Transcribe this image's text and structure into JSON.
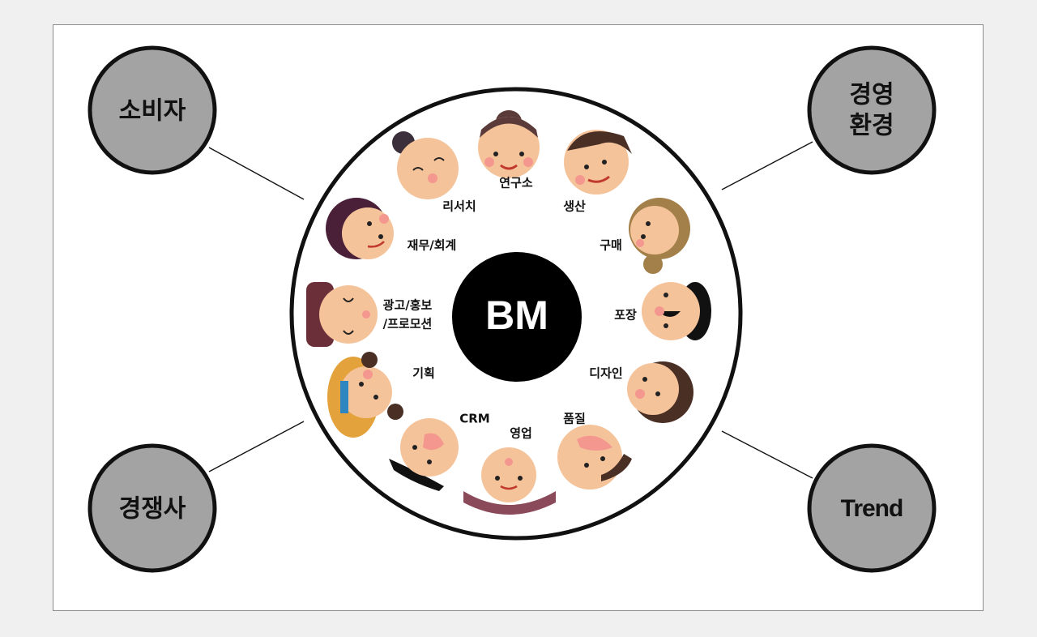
{
  "center": {
    "label": "BM"
  },
  "outer_nodes": {
    "consumer": {
      "label": "소비자"
    },
    "business_env": {
      "line1": "경영",
      "line2": "환경"
    },
    "competitor": {
      "label": "경쟁사"
    },
    "trend": {
      "label": "Trend"
    }
  },
  "departments": {
    "research_lab": "연구소",
    "production": "생산",
    "purchasing": "구매",
    "packaging": "포장",
    "design": "디자인",
    "quality": "품질",
    "sales": "영업",
    "crm": "CRM",
    "planning": "기획",
    "advertising_line1": "광고/홍보",
    "advertising_line2": "/프로모션",
    "finance": "재무/회계",
    "research": "리서치"
  },
  "colors": {
    "outer_node_fill": "#a3a3a3",
    "stroke": "#111111",
    "center_fill": "#000000",
    "skin": "#f5c39a",
    "cheek": "#f4978e"
  },
  "icons": [
    "cartoon-face-icon"
  ]
}
